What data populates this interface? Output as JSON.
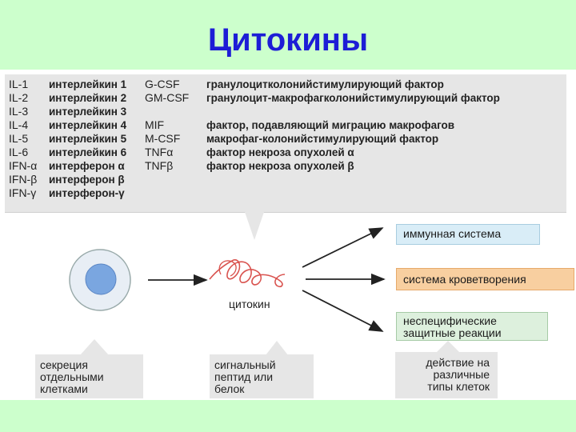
{
  "title": "Цитокины",
  "legend": {
    "left": [
      {
        "abbr": "IL-1",
        "name": "интерлейкин 1"
      },
      {
        "abbr": "IL-2",
        "name": "интерлейкин 2"
      },
      {
        "abbr": "IL-3",
        "name": "интерлейкин 3"
      },
      {
        "abbr": "IL-4",
        "name": "интерлейкин 4"
      },
      {
        "abbr": "IL-5",
        "name": "интерлейкин 5"
      },
      {
        "abbr": "IL-6",
        "name": "интерлейкин 6"
      },
      {
        "abbr": "IFN-α",
        "name": "интерферон α"
      },
      {
        "abbr": "IFN-β",
        "name": "интерферон β"
      },
      {
        "abbr": "IFN-γ",
        "name": "интерферон-γ"
      }
    ],
    "right": [
      {
        "code": "G-CSF",
        "desc": "гранулоцитколонийстимулирующий фактор"
      },
      {
        "code": "GM-CSF",
        "desc": "гранулоцит-макрофагколонийстимулирующий фактор"
      },
      {
        "code": "MIF",
        "desc": "фактор, подавляющий миграцию макрофагов"
      },
      {
        "code": "M-CSF",
        "desc": "макрофаг-колонийстимулирующий фактор"
      },
      {
        "code": "TNFα",
        "desc": "фактор некроза опухолей α"
      },
      {
        "code": "TNFβ",
        "desc": "фактор некроза опухолей β"
      }
    ]
  },
  "diagram": {
    "cytokine_label": "цитокин",
    "targets": {
      "immune": "иммунная система",
      "hemopoiesis": "система кроветворения",
      "defense": "неспецифические\nзащитные реакции"
    },
    "labels": {
      "secretion": "секреция\nотдельными\nклетками",
      "peptide": "сигнальный\nпептид или\nбелок",
      "action": "действие на\nразличные\nтипы клеток"
    }
  },
  "colors": {
    "title": "#1d1dd6",
    "background": "#ccffcc",
    "cell_nucleus": "#7aa6e0",
    "cytokine_strand": "#d9534f",
    "arrow": "#222222"
  }
}
